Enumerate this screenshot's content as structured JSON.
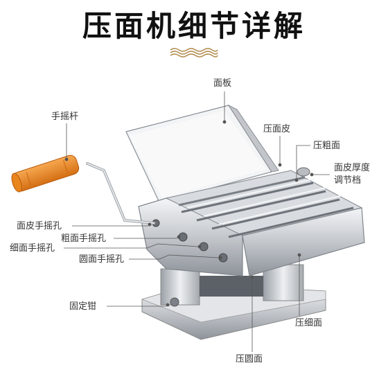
{
  "title": "压面机细节详解",
  "labels": {
    "panel": "面板",
    "crank_handle": "手摇杆",
    "sheet_press": "压面皮",
    "thick_noodle": "压粗面",
    "thickness_dial": "面皮厚度调节档",
    "sheet_crank_hole": "面皮手摇孔",
    "thick_crank_hole": "粗面手摇孔",
    "thin_crank_hole": "细面手摇孔",
    "round_crank_hole": "圆面手摇孔",
    "clamp": "固定钳",
    "thin_noodle": "压细面",
    "round_noodle": "压圆面"
  },
  "colors": {
    "handle": "#f08a24",
    "steel": "#c9ccd1",
    "leader": "#555555"
  }
}
